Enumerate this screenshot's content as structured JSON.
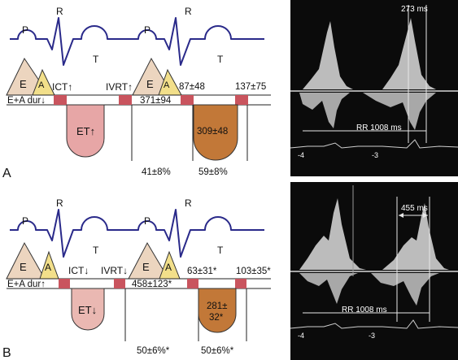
{
  "colors": {
    "ecg": "#2a2a8a",
    "e_wave": "#ecd5bf",
    "a_wave": "#f2df8a",
    "interval": "#c9545e",
    "et_increase": "#e7a6a6",
    "et_decrease": "#eab8b2",
    "second_wave": "#c27838",
    "doppler_bg": "#0b0b0b"
  },
  "panel_a": {
    "label": "A",
    "ecg_labels": [
      "P",
      "R",
      "T",
      "P",
      "R",
      "T"
    ],
    "e_label_1": "E",
    "a_label_1": "A",
    "e_label_2": "E",
    "a_label_2": "A",
    "ict": "ICT↑",
    "ivrt": "IVRT↑",
    "ea_dur": "E+A dur↓",
    "filling_time": "371±94",
    "interval_1": "87±48",
    "interval_2": "137±75",
    "et": "ET↑",
    "second_wave": "309±48",
    "pct_1": "41±8%",
    "pct_2": "59±8%"
  },
  "panel_b": {
    "label": "B",
    "ecg_labels": [
      "P",
      "R",
      "T",
      "P",
      "R",
      "T"
    ],
    "e_label_1": "E",
    "a_label_1": "A",
    "e_label_2": "E",
    "a_label_2": "A",
    "ict": "ICT↓",
    "ivrt": "IVRT↓",
    "ea_dur": "E+A dur↑",
    "filling_time": "458±123*",
    "interval_1": "63±31*",
    "interval_2": "103±35*",
    "et": "ET↓",
    "second_wave_line1": "281±",
    "second_wave_line2": "32*",
    "pct_1": "50±6%*",
    "pct_2": "50±6%*"
  },
  "doppler_top": {
    "measure": "273 ms",
    "rr": "RR 1008 ms",
    "tick_1": "-4",
    "tick_2": "-3"
  },
  "doppler_bottom": {
    "measure": "455 ms",
    "rr": "RR 1008 ms",
    "tick_1": "-4",
    "tick_2": "-3"
  }
}
